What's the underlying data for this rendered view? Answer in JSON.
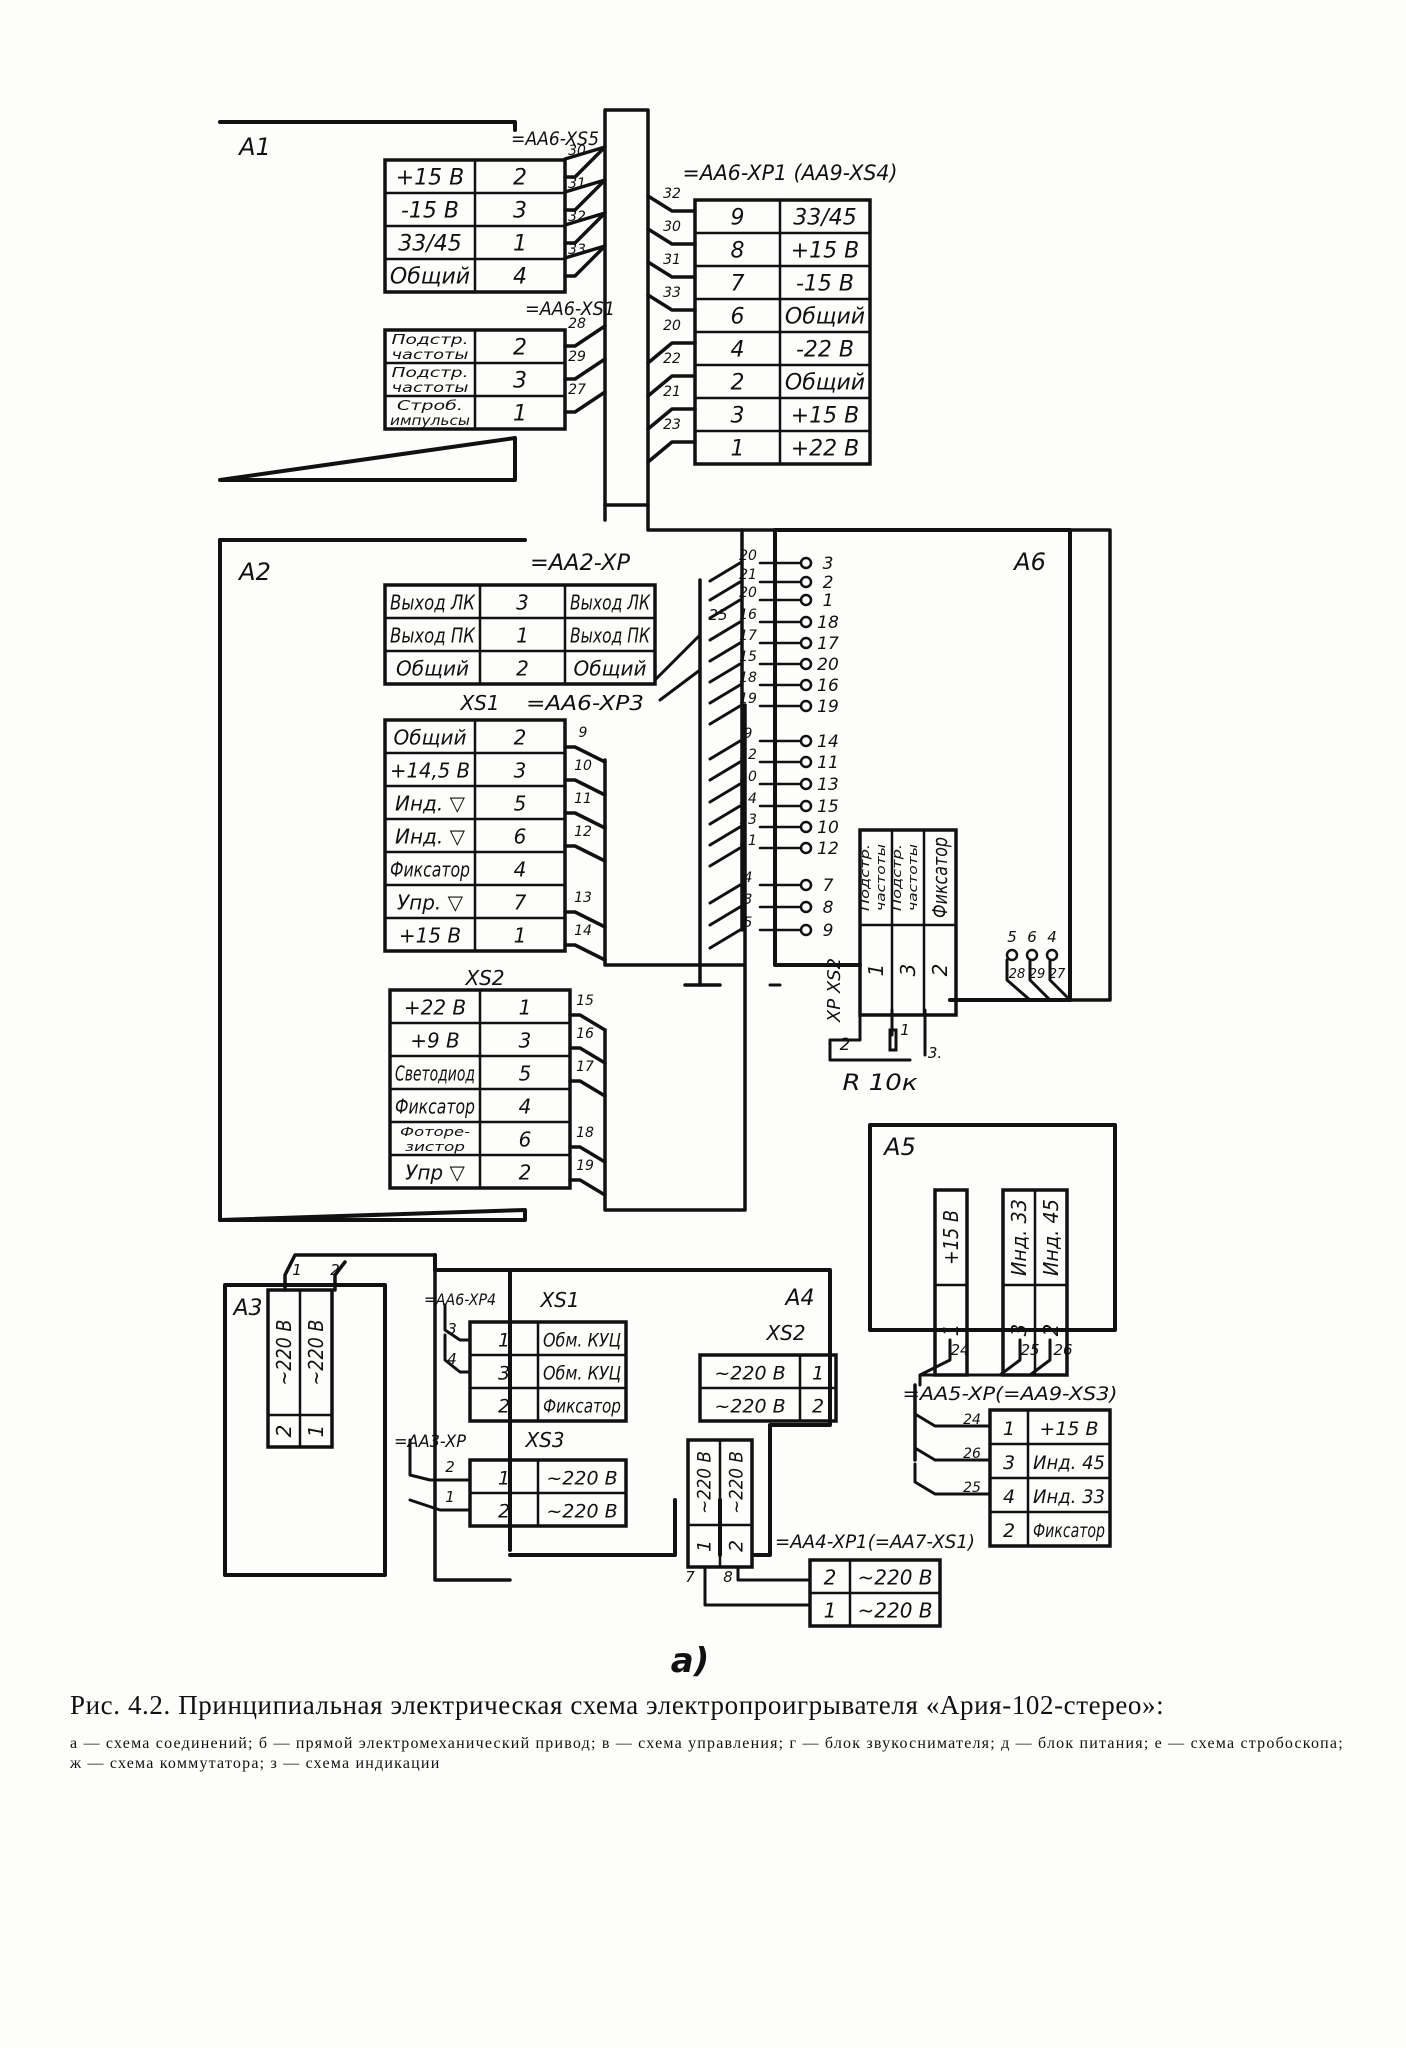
{
  "figure_label": "а)",
  "caption": {
    "title": "Рис. 4.2. Принципиальная электрическая схема электропроигрывателя «Ария-102-стерео»:",
    "legend": "а — схема соединений; б — прямой электромеханический привод; в — схема управления; г — блок звукоснимателя; д — блок питания; е — схема стробоскопа; ж — схема коммутатора; з — схема индикации"
  },
  "blocks": {
    "a1": "A1",
    "a2": "A2",
    "a3": "A3",
    "a4": "A4",
    "a5": "A5",
    "a6": "A6"
  },
  "connectors": {
    "aa6_xs5": "=AA6-XS5",
    "aa6_xs1": "=AA6-XS1",
    "aa6_xp1": "=AA6-XP1 (AA9-XS4)",
    "aa2_xp": "=AA2-XP",
    "xs1_a2": "XS1",
    "aa6_xp3": "=AA6-XP3",
    "xs2_a2": "XS2",
    "aa6_xp4": "=AA6-XP4",
    "xs1_a4": "XS1",
    "xs2_a4": "XS2",
    "aa3_xp": "=AA3-XP",
    "xs3_a4": "XS3",
    "aa4_xp1": "=AA4-XP1(=AA7-XS1)",
    "aa5_xp": "=AA5-XP(=AA9-XS3)",
    "xp_xs2": "XP XS2"
  },
  "tables": {
    "a1_xs5": [
      [
        "+15 В",
        "2"
      ],
      [
        "-15 В",
        "3"
      ],
      [
        "33/45",
        "1"
      ],
      [
        "Общий",
        "4"
      ]
    ],
    "a1_xs1": [
      [
        "Подстр. частоты",
        "2"
      ],
      [
        "Подстр. частоты",
        "3"
      ],
      [
        "Строб. импульсы",
        "1"
      ]
    ],
    "xp1": [
      [
        "9",
        "33/45"
      ],
      [
        "8",
        "+15 В"
      ],
      [
        "7",
        "-15 В"
      ],
      [
        "6",
        "Общий"
      ],
      [
        "4",
        "-22 В"
      ],
      [
        "2",
        "Общий"
      ],
      [
        "3",
        "+15 В"
      ],
      [
        "1",
        "+22 В"
      ]
    ],
    "a2_xp": [
      [
        "Выход ЛК",
        "3",
        "Выход ЛК"
      ],
      [
        "Выход ПК",
        "1",
        "Выход ПК"
      ],
      [
        "Общий",
        "2",
        "Общий"
      ]
    ],
    "a2_xs1": [
      [
        "Общий",
        "2"
      ],
      [
        "+14,5 В",
        "3"
      ],
      [
        "Инд. ▽",
        "5"
      ],
      [
        "Инд. ▽",
        "6"
      ],
      [
        "Фиксатор",
        "4"
      ],
      [
        "Упр. ▽",
        "7"
      ],
      [
        "+15 В",
        "1"
      ]
    ],
    "a2_xs2": [
      [
        "+22 В",
        "1"
      ],
      [
        "+9 В",
        "3"
      ],
      [
        "Светодиод",
        "5"
      ],
      [
        "Фиксатор",
        "4"
      ],
      [
        "Фоторе- зистор",
        "6"
      ],
      [
        "Упр ▽",
        "2"
      ]
    ],
    "a4_xs1": [
      [
        "1",
        "Обм. КУЦ"
      ],
      [
        "3",
        "Обм. КУЦ"
      ],
      [
        "2",
        "Фиксатор"
      ]
    ],
    "a4_xs2": [
      [
        "~220 В",
        "1"
      ],
      [
        "~220 В",
        "2"
      ]
    ],
    "a4_xs3": [
      [
        "1",
        "~220 В"
      ],
      [
        "2",
        "~220 В"
      ]
    ],
    "aa4_xp1": [
      [
        "2",
        "~220 В"
      ],
      [
        "1",
        "~220 В"
      ]
    ],
    "aa5_xp": [
      [
        "1",
        "+15 В"
      ],
      [
        "3",
        "Инд. 45"
      ],
      [
        "4",
        "Инд. 33"
      ],
      [
        "2",
        "Фиксатор"
      ]
    ]
  },
  "vertical_tables": {
    "a3": [
      [
        "~220 В",
        "2"
      ],
      [
        "~220 В",
        "1"
      ]
    ],
    "a5": [
      [
        "+15 В",
        "1"
      ],
      [
        "Инд. 33",
        "3"
      ],
      [
        "Инд. 45",
        "2"
      ]
    ],
    "a4_bottom": [
      [
        "~220 В",
        "1"
      ],
      [
        "~220 В",
        "2"
      ]
    ],
    "xp_xs2": [
      [
        "Подстр. частоты",
        "1"
      ],
      [
        "Подстр. частоты",
        "3"
      ],
      [
        "Фиксатор",
        "2"
      ]
    ]
  },
  "a6_terminals": [
    {
      "wire": "20",
      "pin": "3"
    },
    {
      "wire": "21",
      "pin": "2"
    },
    {
      "wire": "20",
      "pin": "1"
    },
    {
      "wire": "16",
      "pin": "18"
    },
    {
      "wire": "17",
      "pin": "17"
    },
    {
      "wire": "15",
      "pin": "20"
    },
    {
      "wire": "18",
      "pin": "16"
    },
    {
      "wire": "19",
      "pin": "19"
    },
    {
      "wire": "9",
      "pin": "14"
    },
    {
      "wire": "12",
      "pin": "11"
    },
    {
      "wire": "10",
      "pin": "13"
    },
    {
      "wire": "14",
      "pin": "15"
    },
    {
      "wire": "13",
      "pin": "10"
    },
    {
      "wire": "11",
      "pin": "12"
    },
    {
      "wire": "4",
      "pin": "7"
    },
    {
      "wire": "3",
      "pin": "8"
    },
    {
      "wire": "5",
      "pin": "9"
    }
  ],
  "a6_small_pins": {
    "pins": [
      "5",
      "6",
      "4"
    ],
    "wires": [
      "28",
      "29",
      "27"
    ]
  },
  "wire_labels": {
    "xs5": [
      "30",
      "31",
      "32",
      "33"
    ],
    "xs1a1": [
      "28",
      "29",
      "27"
    ],
    "xp1_top": [
      "32",
      "30",
      "31",
      "33"
    ],
    "xp1_bottom": [
      "20",
      "22",
      "21",
      "23"
    ],
    "wire25": "25",
    "a2xs1": [
      "9",
      "10",
      "11",
      "12",
      "13",
      "14"
    ],
    "a2xs2": [
      "15",
      "16",
      "17",
      "18",
      "19"
    ],
    "a3": [
      "1",
      "2"
    ],
    "a4xp4": [
      "3",
      "4"
    ],
    "aa3xp": [
      "2",
      "1"
    ],
    "aa4xp1": [
      "7",
      "8"
    ],
    "a5_bottom": [
      "24",
      "25",
      "26"
    ],
    "aa5xp": [
      "24",
      "26",
      "25"
    ]
  },
  "resistor": {
    "label": "R 10к",
    "pins": [
      "2",
      "1",
      "3."
    ]
  }
}
